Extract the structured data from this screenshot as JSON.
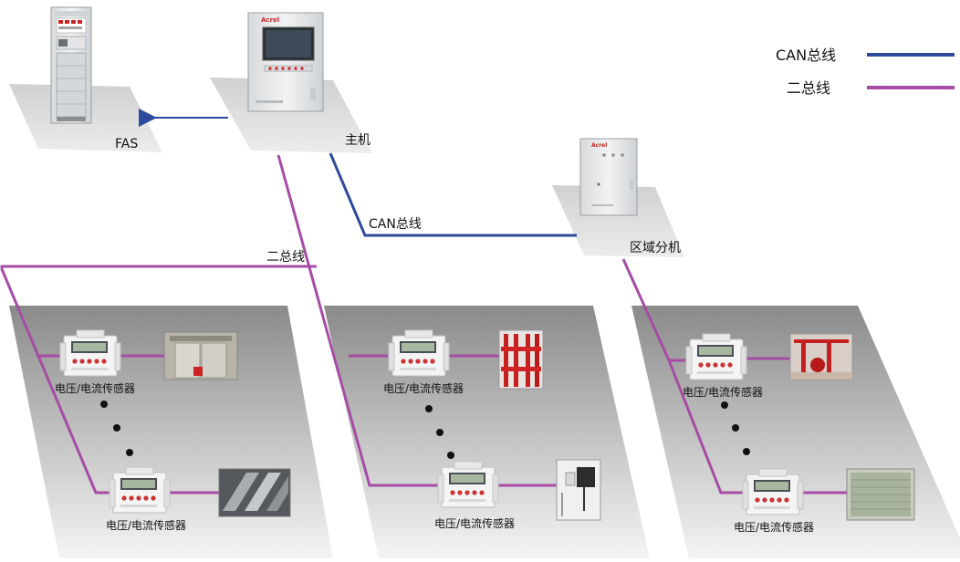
{
  "legend": {
    "can_label": "CAN总线",
    "can_color": "#2e4a9c",
    "two_wire_label": "二总线",
    "two_wire_color": "#a64ca6"
  },
  "nodes": {
    "fas_label": "FAS",
    "host_label": "主机",
    "zone_label": "区域分机"
  },
  "links": {
    "can_label": "CAN总线",
    "two_wire_label": "二总线"
  },
  "sensor_label": "电压/电流传感器",
  "colors": {
    "cabinet": "#e6e8ea",
    "floor": "#b8b8b8",
    "brand": "#cc2222"
  }
}
